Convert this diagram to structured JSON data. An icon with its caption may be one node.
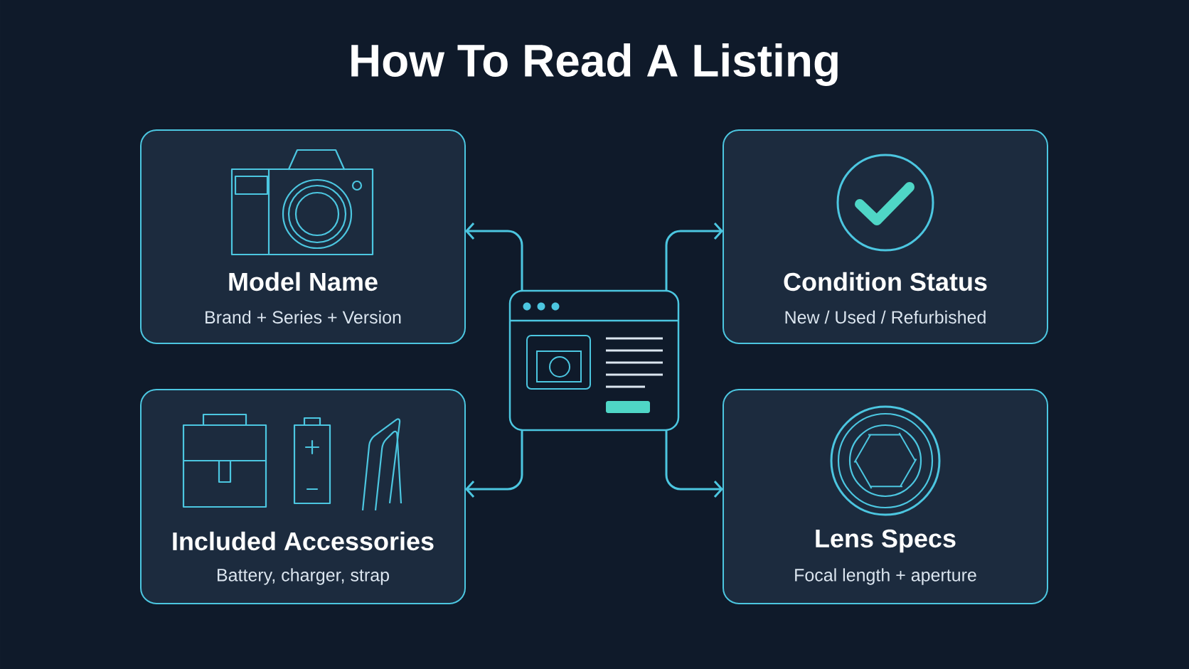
{
  "diagram": {
    "title": "How To Read A Listing",
    "nodes": [
      {
        "text": [
          "Model Name",
          "Brand + Series + Version"
        ]
      },
      {
        "text": [
          "Condition Status",
          "New / Used / Refurbished"
        ]
      },
      {
        "text": [],
        "shape": "window"
      },
      {
        "text": [
          "Included Accessories",
          "Battery, charger, strap"
        ]
      },
      {
        "text": [
          "Lens Specs",
          "Focal length + aperture"
        ]
      }
    ],
    "edges": [
      {
        "from": 2,
        "to": 0,
        "arrow": "to"
      },
      {
        "from": 2,
        "to": 1,
        "arrow": "to"
      },
      {
        "from": 2,
        "to": 3,
        "arrow": "to"
      },
      {
        "from": 2,
        "to": 4,
        "arrow": "to"
      }
    ]
  }
}
